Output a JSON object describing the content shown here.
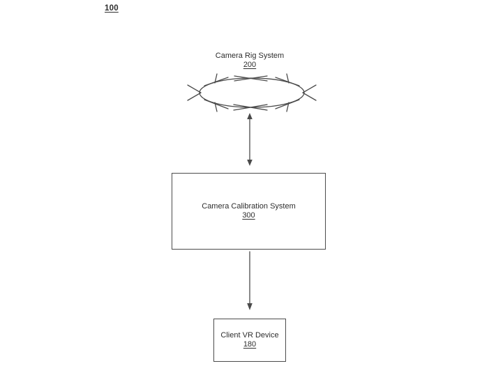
{
  "figure": {
    "reference_label": "100",
    "nodes": {
      "camera_rig": {
        "title": "Camera Rig System",
        "ref": "200"
      },
      "calibration": {
        "title": "Camera Calibration System",
        "ref": "300"
      },
      "client_vr": {
        "title": "Client VR Device",
        "ref": "180"
      }
    },
    "connectors": {
      "rig_to_calibration": "double-headed-arrow",
      "calibration_to_client": "single-headed-arrow"
    },
    "shapes": {
      "camera_rig": "ellipse-with-camera-marks"
    },
    "colors": {
      "line": "#4a4a4a",
      "text": "#2d2d2d",
      "background": "#ffffff"
    }
  }
}
